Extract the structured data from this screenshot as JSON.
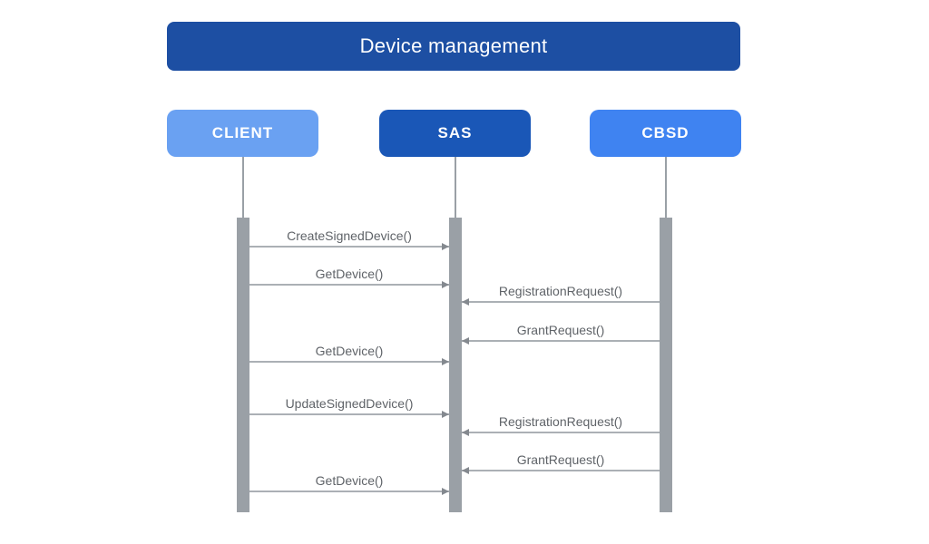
{
  "diagram": {
    "title": "Device management",
    "actors": [
      {
        "id": "client",
        "label": "CLIENT",
        "color": "#6aa1f2"
      },
      {
        "id": "sas",
        "label": "SAS",
        "color": "#1a57b7"
      },
      {
        "id": "cbsd",
        "label": "CBSD",
        "color": "#3f83f1"
      }
    ],
    "messages": [
      {
        "label": "CreateSignedDevice()",
        "from": "client",
        "to": "sas"
      },
      {
        "label": "GetDevice()",
        "from": "client",
        "to": "sas"
      },
      {
        "label": "RegistrationRequest()",
        "from": "cbsd",
        "to": "sas"
      },
      {
        "label": "GrantRequest()",
        "from": "cbsd",
        "to": "sas"
      },
      {
        "label": "GetDevice()",
        "from": "client",
        "to": "sas"
      },
      {
        "label": "UpdateSignedDevice()",
        "from": "client",
        "to": "sas"
      },
      {
        "label": "RegistrationRequest()",
        "from": "cbsd",
        "to": "sas"
      },
      {
        "label": "GrantRequest()",
        "from": "cbsd",
        "to": "sas"
      },
      {
        "label": "GetDevice()",
        "from": "client",
        "to": "sas"
      }
    ],
    "colors": {
      "title_bg": "#1d4fa3",
      "client_bg": "#6aa1f2",
      "sas_bg": "#1a57b7",
      "cbsd_bg": "#3f83f1",
      "line": "#abb0b5",
      "arrowhead": "#84898f",
      "activation_bar": "#9aa0a6",
      "label_text": "#5f6368"
    }
  }
}
